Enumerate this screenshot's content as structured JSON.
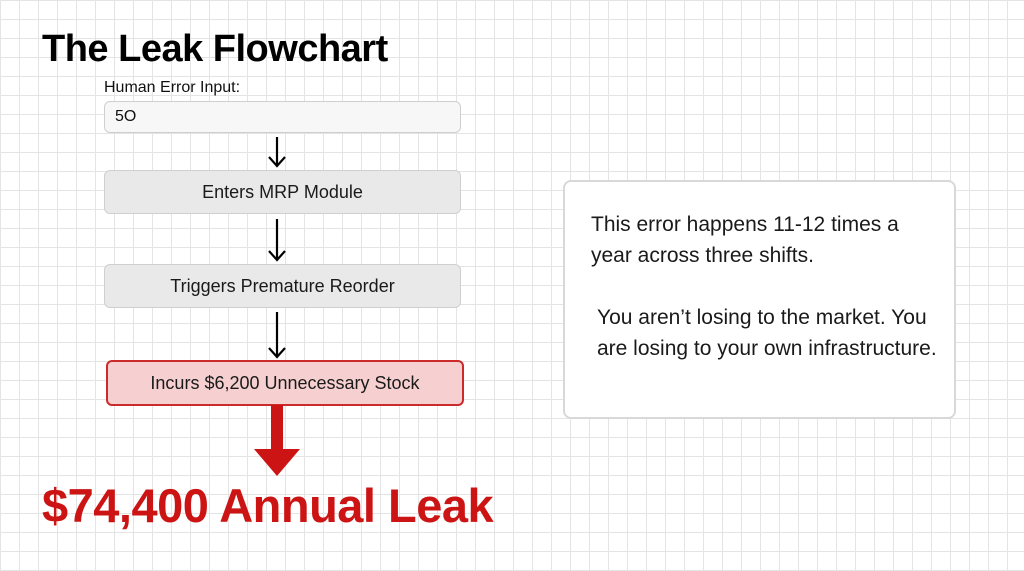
{
  "title": "The Leak Flowchart",
  "input": {
    "label": "Human Error Input:",
    "value": "5O"
  },
  "steps": [
    "Enters MRP Module",
    "Triggers Premature Reorder",
    "Incurs $6,200 Unnecessary Stock"
  ],
  "result": "$74,400 Annual Leak",
  "note": {
    "paragraph_1": "This error happens 11-12 times a year across three shifts.",
    "paragraph_2": "You aren’t losing to the market. You are losing to your own infrastructure."
  },
  "colors": {
    "accent_red": "#cc1414",
    "highlight_fill": "#f6d0d0",
    "step_fill": "#e9e9e9"
  },
  "icons": [
    "arrow-down-icon",
    "big-red-arrow-icon"
  ]
}
